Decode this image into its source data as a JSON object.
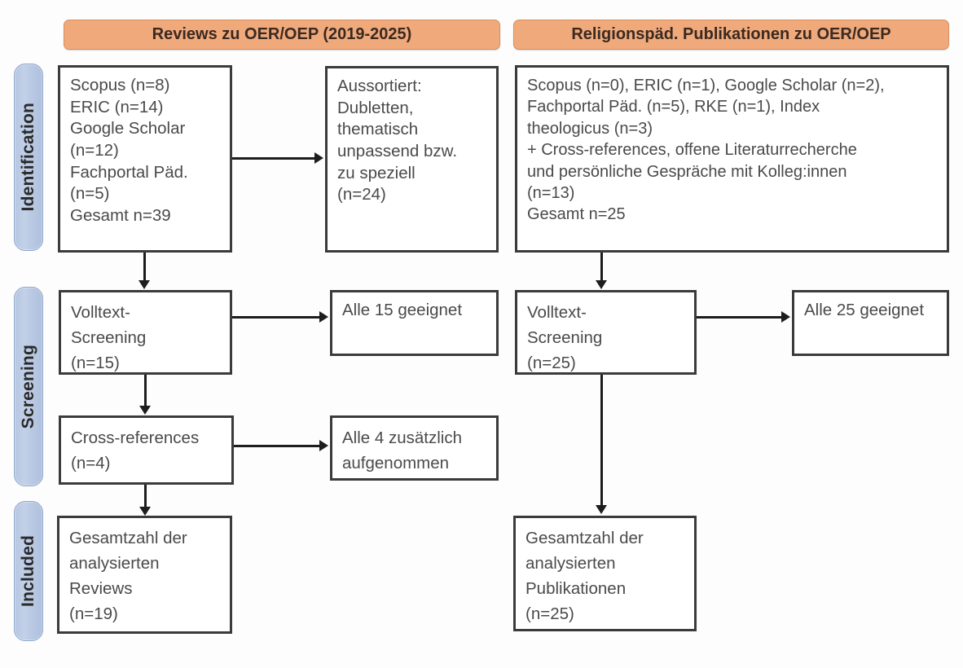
{
  "figure": {
    "type": "prisma-flow-diagram",
    "title_left": "Reviews zu OER/OEP (2019-2025)",
    "title_right": "Religionspäd. Publikationen zu OER/OEP",
    "accent_banner_color": "#f0a97a",
    "stage_bar_color": "#b7c7e2",
    "box_border_color": "#3b3b3b",
    "text_color": "#4a4a4a"
  },
  "stages": [
    {
      "id": "identification",
      "label": "Identification"
    },
    {
      "id": "screening",
      "label": "Screening"
    },
    {
      "id": "included",
      "label": "Included"
    }
  ],
  "columns": {
    "left": {
      "banner": "Reviews zu OER/OEP (2019-2025)",
      "identification_sources": "Scopus (n=8)\nERIC (n=14)\nGoogle Scholar\n(n=12)\nFachportal Päd.\n(n=5)\nGesamt n=39",
      "excluded": "Aussortiert:\nDubletten,\nthematisch\nunpassend bzw.\nzu speziell\n(n=24)",
      "fulltext_screening": "Volltext-\nScreening\n(n=15)",
      "fulltext_result": "Alle 15 geeignet",
      "cross_references": "Cross-references\n(n=4)",
      "cross_references_result": "Alle 4 zusätzlich\naufgenommen",
      "included_total": "Gesamtzahl der\nanalysierten\nReviews\n(n=19)"
    },
    "right": {
      "banner": "Religionspäd. Publikationen zu OER/OEP",
      "identification_sources": "Scopus (n=0), ERIC (n=1), Google Scholar (n=2),\nFachportal Päd. (n=5), RKE (n=1), Index\ntheologicus (n=3)\n+ Cross-references, offene Literaturrecherche\nund persönliche Gespräche mit Kolleg:innen\n(n=13)\nGesamt n=25",
      "fulltext_screening": "Volltext-\nScreening\n(n=25)",
      "fulltext_result": "Alle 25 geeignet",
      "included_total": "Gesamtzahl der\nanalysierten\nPublikationen\n(n=25)"
    }
  },
  "chart_data": {
    "type": "table",
    "title": "PRISMA flow — Reviews und religionspädagogische Publikationen zu OER/OEP",
    "left_column": {
      "name": "Reviews zu OER/OEP (2019-2025)",
      "identification": {
        "Scopus": 8,
        "ERIC": 14,
        "Google Scholar": 12,
        "Fachportal Päd.": 5,
        "Gesamt": 39
      },
      "excluded": 24,
      "fulltext_screening": 15,
      "fulltext_suitable": 15,
      "cross_references": 4,
      "cross_references_added": 4,
      "included_total": 19
    },
    "right_column": {
      "name": "Religionspäd. Publikationen zu OER/OEP",
      "identification": {
        "Scopus": 0,
        "ERIC": 1,
        "Google Scholar": 2,
        "Fachportal Päd.": 5,
        "RKE": 1,
        "Index theologicus": 3,
        "Cross-references, offene Literaturrecherche und persönliche Gespräche mit Kolleg:innen": 13,
        "Gesamt": 25
      },
      "fulltext_screening": 25,
      "fulltext_suitable": 25,
      "included_total": 25
    }
  }
}
